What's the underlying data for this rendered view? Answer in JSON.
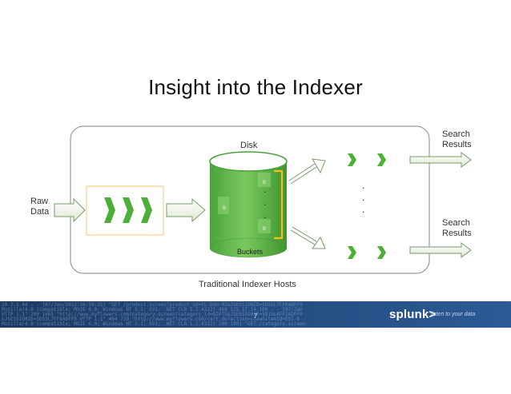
{
  "title": "Insight into the Indexer",
  "labels": {
    "raw_data_line1": "Raw",
    "raw_data_line2": "Data",
    "disk": "Disk",
    "buckets": "Buckets",
    "search_results_top_line1": "Search",
    "search_results_top_line2": "Results",
    "search_results_bottom_line1": "Search",
    "search_results_bottom_line2": "Results",
    "hosts": "Traditional Indexer Hosts",
    "bucket_dot": "."
  },
  "footer": {
    "page_number": "7",
    "brand": "splunk>",
    "tagline": "listen to your data",
    "log_lines": [
      "10.2.1.44 - - [07/Jan/2013:16:59:25] \"GET /product.screen?product_id=FL-DSH-01&JSESSIONID=SD5SL7FF6ADFF9",
      "Mozilla/4.0 (compatible; MSIE 6.0; Windows NT 5.1; SV1; .NET CLR 1.1.4322) 468 125.17.14.100 - - [07/Jan",
      "HTTP 1.1\" 200 1665 \"http://www.myflowers.com/category.screen?category_id=GIFTS&JSESSIONID=SD1SL4FF2ADFF0",
      "&JSESSIONID=SD5SL7FF6ADFF9 HTTP 1.1\" 404 720 \"http://www.myflowers.com/cart.do?action=view&itemId=EST-6",
      "Mozilla/4.0 (compatible; MSIE 6.0; Windows NT 5.1; SV1; .NET CLR 1.1.4322) 200 1901 \"GET /category.screen"
    ]
  },
  "colors": {
    "frame": "#9a9a9a",
    "accent_green": "#4caf3a",
    "cylinder": "#5cb848",
    "bracket": "#f2c21b",
    "input_box_border": "#f5d38b",
    "arrow_fill": "#ffffff",
    "arrow_stroke": "#7a9a68"
  },
  "icons": {
    "chevron": "chevron-right-icon",
    "arrow": "arrow-right-icon",
    "cylinder": "disk-cylinder-icon"
  }
}
